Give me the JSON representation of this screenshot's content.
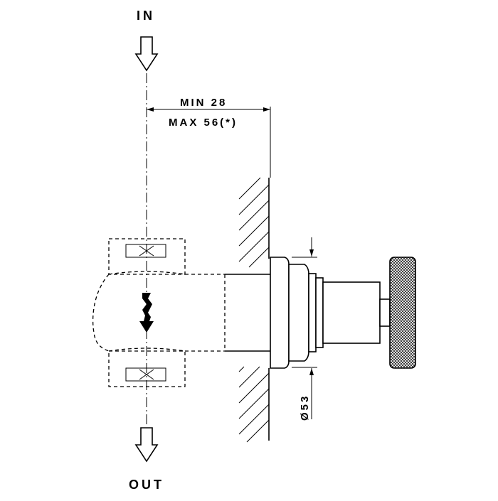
{
  "labels": {
    "inlet": "IN",
    "outlet": "OUT",
    "dim_min": "MIN 28",
    "dim_max": "MAX 56(*)",
    "dim_diameter": "Ø53"
  }
}
